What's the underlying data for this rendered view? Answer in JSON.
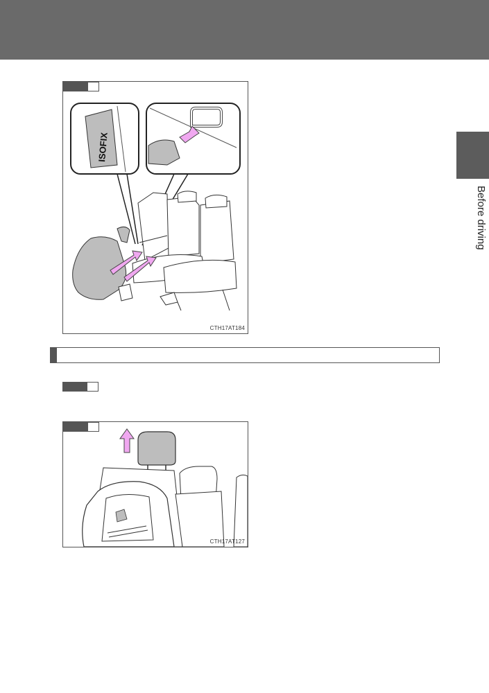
{
  "side_tab": {
    "label": "Before driving"
  },
  "figure1": {
    "code": "CTH17AT184",
    "inset_text": "ISOFIX"
  },
  "figure2": {
    "code": "CTH17AT127"
  },
  "colors": {
    "header": "#6a6a6a",
    "tab": "#5c5c5c",
    "arrow": "#f0a8f0",
    "seat_fill": "#bdbdbd"
  }
}
